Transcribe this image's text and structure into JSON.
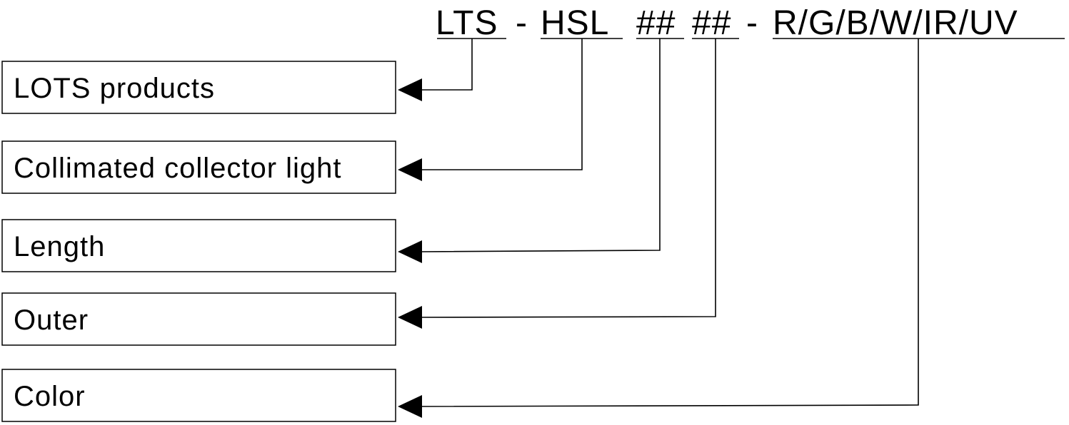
{
  "code": {
    "prefix": "LTS",
    "dash1": "-",
    "series": "HSL",
    "length_code": "##",
    "outer_code": "##",
    "dash2": "-",
    "colors": "R/G/B/W/IR/UV"
  },
  "descriptions": [
    {
      "id": "prefix",
      "label": "LOTS products"
    },
    {
      "id": "series",
      "label": "Collimated collector light"
    },
    {
      "id": "length",
      "label": "Length"
    },
    {
      "id": "outer",
      "label": "Outer"
    },
    {
      "id": "color",
      "label": "Color"
    }
  ],
  "colors": {
    "ink": "#000000",
    "background": "#ffffff"
  }
}
